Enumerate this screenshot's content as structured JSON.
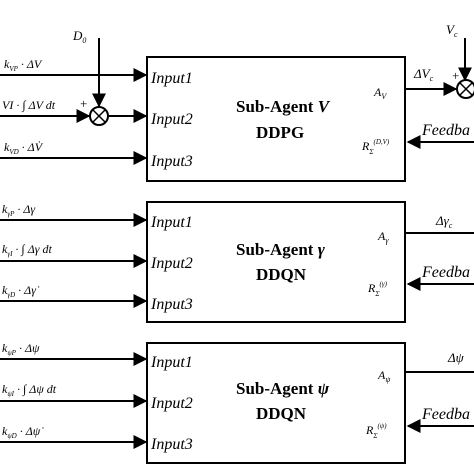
{
  "agents": [
    {
      "title": "Sub-Agent",
      "symbol": "V",
      "algo": "DDPG",
      "inputs": [
        "Input1",
        "Input2",
        "Input3"
      ],
      "left_labels": [
        "k_{V_P}·ΔV",
        "k_{V_I}·∫ΔV dt",
        "k_{V_D}·ΔV̇"
      ],
      "output_port": "A_V",
      "reward_port": "R_Σ^{(D,V)}",
      "output_label": "ΔV_c",
      "feedback_label": "Feedba"
    },
    {
      "title": "Sub-Agent",
      "symbol": "γ",
      "algo": "DDQN",
      "inputs": [
        "Input1",
        "Input2",
        "Input3"
      ],
      "left_labels": [
        "k_{γ_P}·Δγ",
        "k_{γ_I}·∫Δγ dt",
        "k_{γ_D}·Δγ̇"
      ],
      "output_port": "A_γ",
      "reward_port": "R_Σ^{(γ)}",
      "output_label": "Δγ_c",
      "feedback_label": "Feedba"
    },
    {
      "title": "Sub-Agent",
      "symbol": "ψ",
      "algo": "DDQN",
      "inputs": [
        "Input1",
        "Input2",
        "Input3"
      ],
      "left_labels": [
        "k_{ψ_P}·Δψ",
        "k_{ψ_I}·∫Δψ dt",
        "k_{ψ_D}·Δψ̇"
      ],
      "output_port": "A_ψ",
      "reward_port": "R_Σ^{(ψ)}",
      "output_label": "Δψ",
      "feedback_label": "Feedba"
    }
  ],
  "disturbance_label": "D_0",
  "reference_label": "V_c",
  "sum_sign": "+"
}
